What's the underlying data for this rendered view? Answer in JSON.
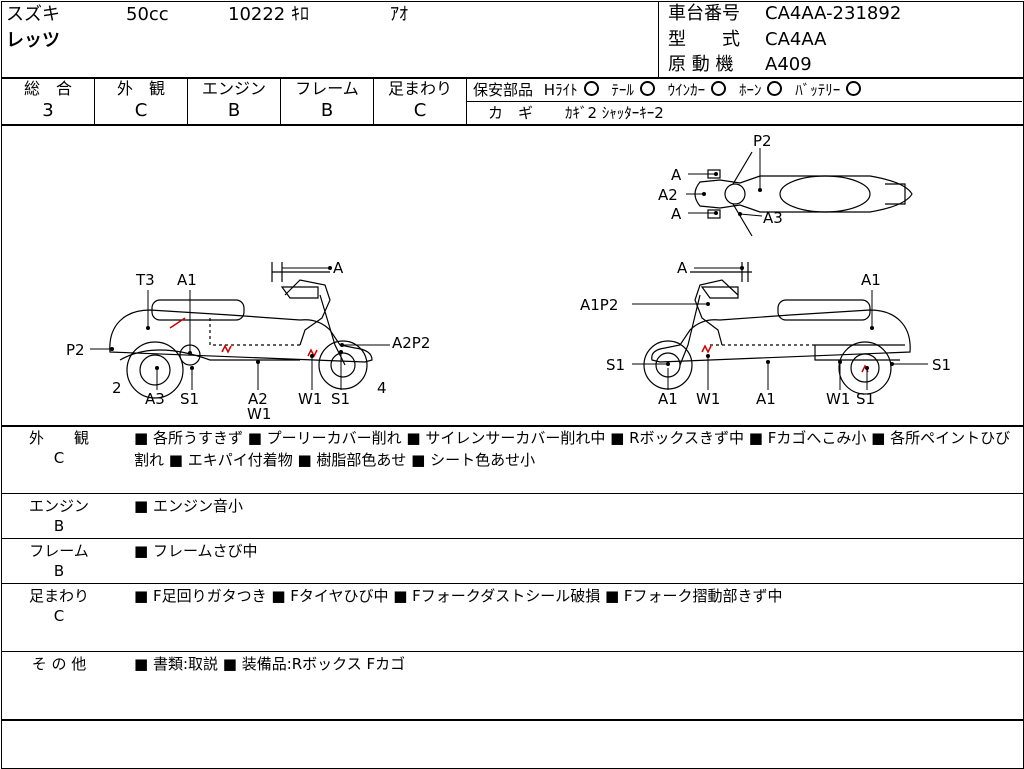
{
  "header": {
    "maker": "スズキ",
    "displacement": "50cc",
    "mileage": "10222 ｷﾛ",
    "color": "ｱｵ",
    "model_name": "レッツ",
    "frame_label": "車台番号",
    "frame_value": "CA4AA-231892",
    "type_label": "型　　式",
    "type_value": "CA4AA",
    "engine_label": "原 動 機",
    "engine_value": "A409"
  },
  "grades": {
    "overall_label": "総　合",
    "overall_value": "3",
    "exterior_label": "外　観",
    "exterior_value": "C",
    "engine_label": "エンジン",
    "engine_value": "B",
    "frame_label": "フレーム",
    "frame_value": "B",
    "suspension_label": "足まわり",
    "suspension_value": "C"
  },
  "safety": {
    "label": "保安部品",
    "items": [
      "Hﾗｲﾄ",
      "ﾃｰﾙ",
      "ｳｲﾝｶｰ",
      "ﾎｰﾝ",
      "ﾊﾞｯﾃﾘｰ"
    ],
    "key_label": "カ　ギ",
    "key_value": "ｶｷﾞ2 ｼｬｯﾀｰｷｰ2"
  },
  "diagram": {
    "left_labels": [
      "A",
      "T3",
      "A1",
      "P2",
      "A2P2",
      "2",
      "A3",
      "S1",
      "A2",
      "W1",
      "W1",
      "S1",
      "4"
    ],
    "right_labels": [
      "A",
      "A1P2",
      "A1",
      "S1",
      "A1",
      "W1",
      "A1",
      "W1",
      "S1",
      "S1"
    ],
    "top_labels": [
      "P2",
      "A",
      "A2",
      "A",
      "A3"
    ]
  },
  "remarks": [
    {
      "label_top": "外　　観",
      "label_bottom": "C",
      "text": "■ 各所うすきず ■ プーリーカバー削れ ■ サイレンサーカバー削れ中 ■ Rボックスきず中 ■ Fカゴへこみ小 ■ 各所ペイントひび割れ ■ エキパイ付着物 ■ 樹脂部色あせ ■ シート色あせ小"
    },
    {
      "label_top": "エンジン",
      "label_bottom": "B",
      "text": "■ エンジン音小"
    },
    {
      "label_top": "フレーム",
      "label_bottom": "B",
      "text": "■ フレームさび中"
    },
    {
      "label_top": "足まわり",
      "label_bottom": "C",
      "text": "■ F足回りガタつき ■ Fタイヤひび中 ■ Fフォークダストシール破損 ■ Fフォーク摺動部きず中"
    },
    {
      "label_top": "そ の 他",
      "label_bottom": "",
      "text": "■ 書類:取説 ■ 装備品:Rボックス Fカゴ"
    }
  ]
}
